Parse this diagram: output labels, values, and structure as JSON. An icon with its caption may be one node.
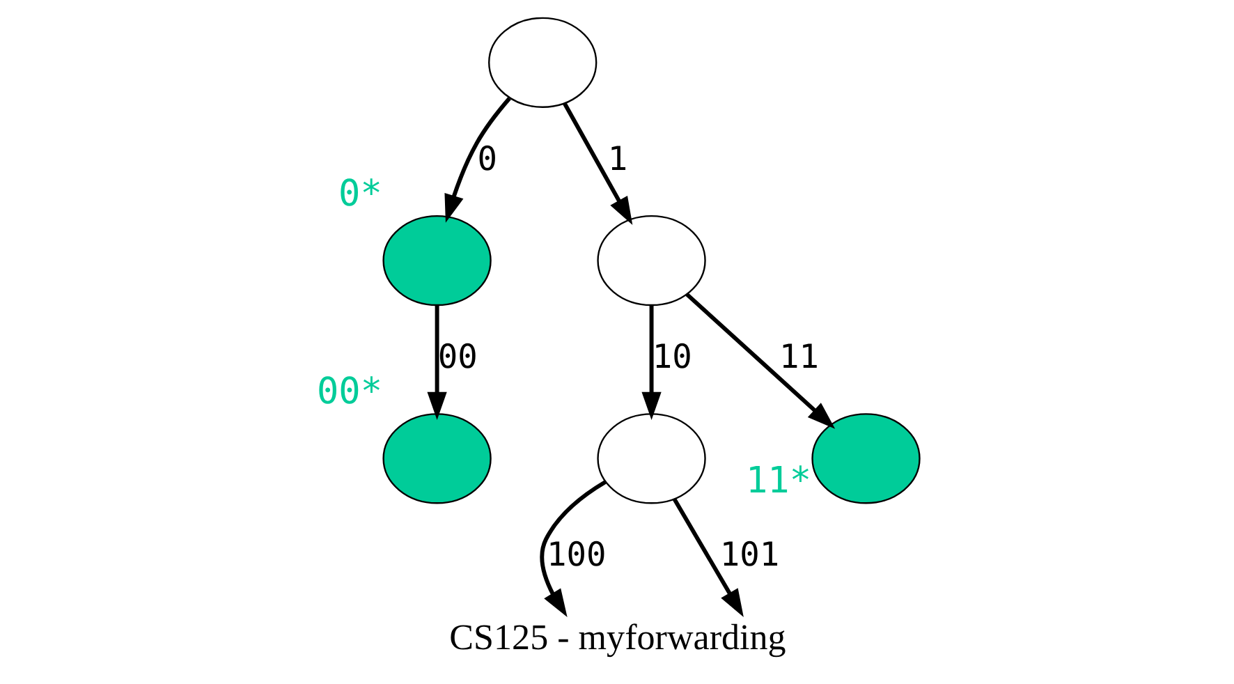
{
  "diagram": {
    "caption": "CS125 - myforwarding",
    "nodes": [
      {
        "text": [],
        "shape": "ellipse"
      },
      {
        "text": [],
        "shape": "ellipse",
        "beside": [
          "0*"
        ]
      },
      {
        "text": [],
        "shape": "ellipse"
      },
      {
        "text": [],
        "shape": "ellipse",
        "beside": [
          "00*"
        ]
      },
      {
        "text": [],
        "shape": "ellipse"
      },
      {
        "text": [],
        "shape": "ellipse",
        "beside": [
          "11*"
        ]
      }
    ],
    "edges": [
      {
        "from": 0,
        "to": 1,
        "arrow": "to",
        "label": "0"
      },
      {
        "from": 0,
        "to": 2,
        "arrow": "to",
        "label": "1"
      },
      {
        "from": 1,
        "to": 3,
        "arrow": "to",
        "label": "00"
      },
      {
        "from": 2,
        "to": 4,
        "arrow": "to",
        "label": "10"
      },
      {
        "from": 2,
        "to": 5,
        "arrow": "to",
        "label": "11"
      },
      {
        "from": 4,
        "to": null,
        "arrow": "to",
        "label": "100"
      },
      {
        "from": 4,
        "to": null,
        "arrow": "to",
        "label": "101"
      }
    ]
  }
}
